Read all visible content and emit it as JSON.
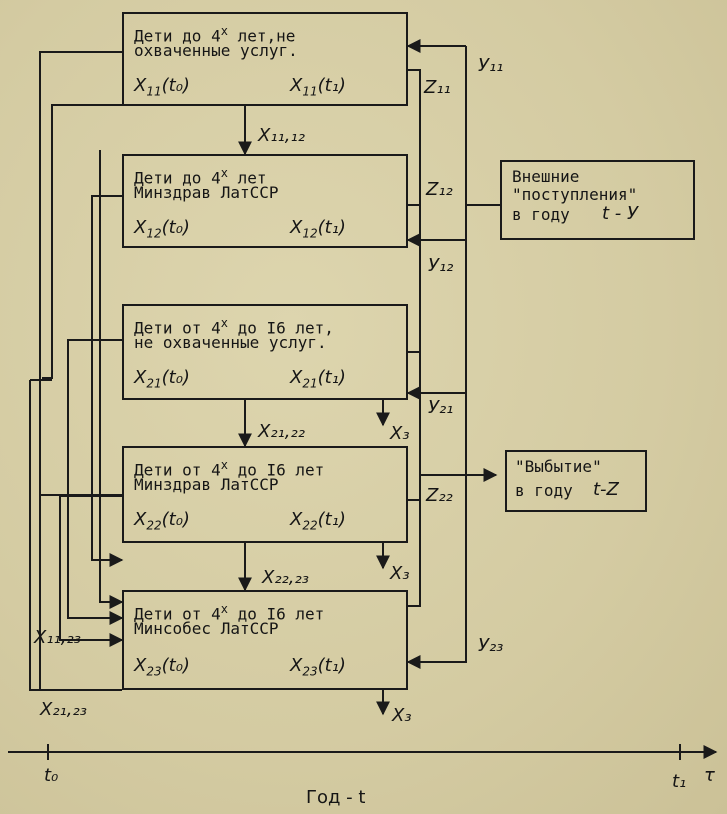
{
  "boxes": [
    {
      "line1": "Дети до 4",
      "sup": "х",
      "line1b": " лет,не",
      "line2": "охваченные услуг.",
      "v0": "X",
      "s0": "11",
      "a0": "(t₀)",
      "v1": "X",
      "s1": "11",
      "a1": "(t₁)"
    },
    {
      "line1": "Дети до 4",
      "sup": "х",
      "line1b": " лет",
      "line2": "Минздрав ЛатССР",
      "v0": "X",
      "s0": "12",
      "a0": "(t₀)",
      "v1": "X",
      "s1": "12",
      "a1": "(t₁)"
    },
    {
      "line1": "Дети от 4",
      "sup": "х",
      "line1b": " до I6 лет,",
      "line2": "не охваченные услуг.",
      "v0": "X",
      "s0": "21",
      "a0": "(t₀)",
      "v1": "X",
      "s1": "21",
      "a1": "(t₁)"
    },
    {
      "line1": "Дети от 4",
      "sup": "х",
      "line1b": " до I6 лет",
      "line2": "Минздрав ЛатССР",
      "v0": "X",
      "s0": "22",
      "a0": "(t₀)",
      "v1": "X",
      "s1": "22",
      "a1": "(t₁)"
    },
    {
      "line1": "Дети от 4",
      "sup": "х",
      "line1b": " до I6 лет",
      "line2": "Минсобес ЛатССР",
      "v0": "X",
      "s0": "23",
      "a0": "(t₀)",
      "v1": "X",
      "s1": "23",
      "a1": "(t₁)"
    }
  ],
  "side_boxes": {
    "inflow": {
      "line1": "Внешние",
      "line2": "\"поступления\"",
      "line3": "в году",
      "var": "t - У"
    },
    "outflow": {
      "line1": "\"Выбытие\"",
      "line2": "в году",
      "var": "t-Z"
    }
  },
  "flows": {
    "x11_12": "X₁₁,₁₂",
    "x21_22": "X₂₁,₂₂",
    "x22_23": "X₂₂,₂₃",
    "x11_23": "X₁₁,₂₃",
    "x21_23": "X₂₁,₂₃",
    "x3a": "X₃",
    "x3b": "X₃",
    "x3c": "X₃"
  },
  "side_labels": {
    "z11": "Z₁₁",
    "z12": "Z₁₂",
    "z22": "Z₂₂",
    "y11": "У₁₁",
    "y12": "У₁₂",
    "y21": "У₂₁",
    "y23": "У₂₃"
  },
  "axis": {
    "t0": "t₀",
    "t1": "t₁",
    "tau": "τ",
    "caption": "Год - t"
  },
  "colors": {
    "ink": "#1a1a1a",
    "paper": "#d8cfa7"
  }
}
